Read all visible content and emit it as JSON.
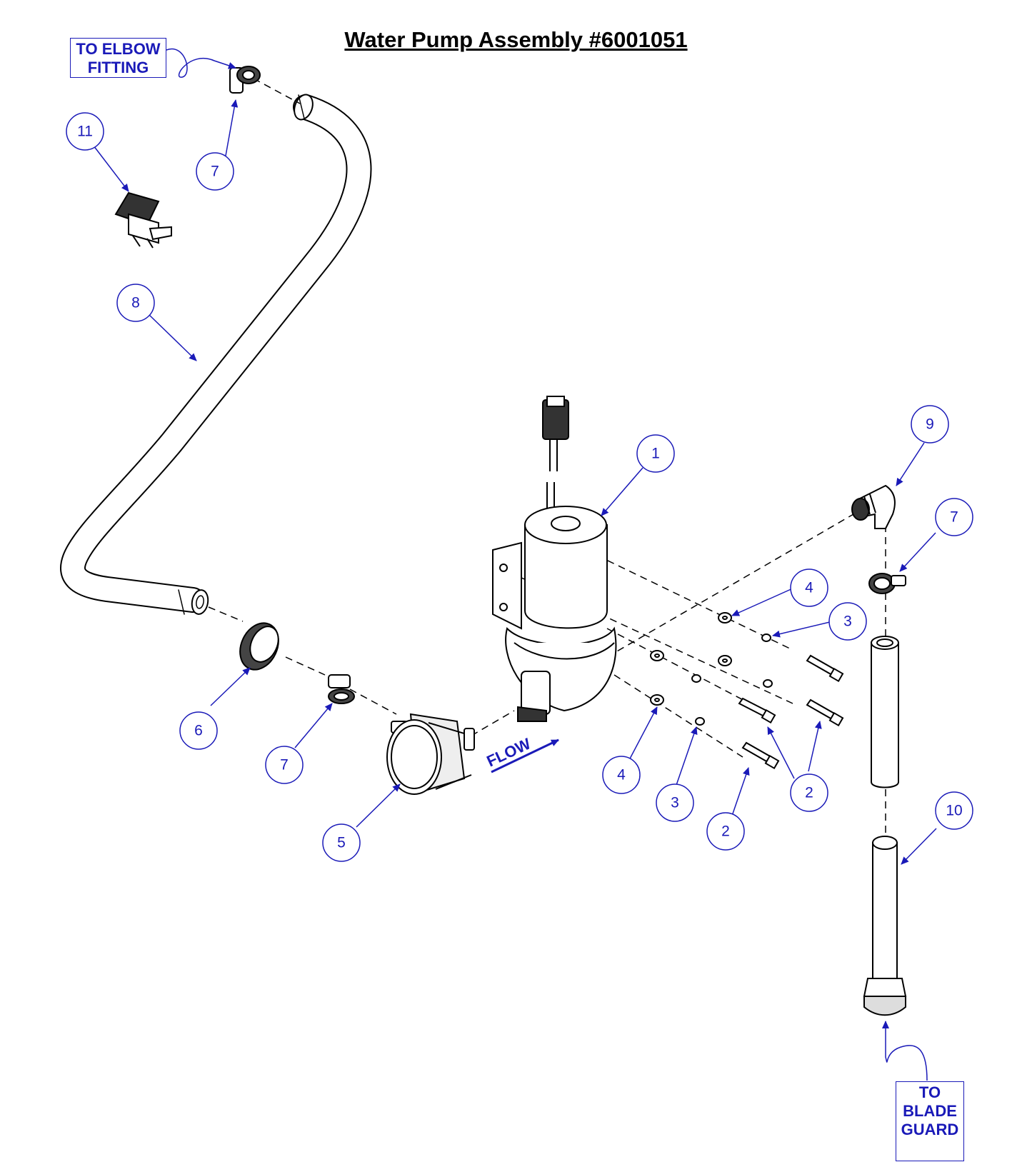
{
  "title": "Water Pump Assembly #6001051",
  "notes": {
    "elbow": [
      "TO ELBOW",
      "FITTING"
    ],
    "blade": [
      "TO",
      "BLADE",
      "GUARD"
    ]
  },
  "flow_label": "FLOW",
  "callouts": [
    {
      "id": "c1",
      "label": "1"
    },
    {
      "id": "c2a",
      "label": "2"
    },
    {
      "id": "c2b",
      "label": "2"
    },
    {
      "id": "c3a",
      "label": "3"
    },
    {
      "id": "c3b",
      "label": "3"
    },
    {
      "id": "c4a",
      "label": "4"
    },
    {
      "id": "c4b",
      "label": "4"
    },
    {
      "id": "c5",
      "label": "5"
    },
    {
      "id": "c6",
      "label": "6"
    },
    {
      "id": "c7a",
      "label": "7"
    },
    {
      "id": "c7b",
      "label": "7"
    },
    {
      "id": "c7c",
      "label": "7"
    },
    {
      "id": "c8",
      "label": "8"
    },
    {
      "id": "c9",
      "label": "9"
    },
    {
      "id": "c10",
      "label": "10"
    },
    {
      "id": "c11",
      "label": "11"
    }
  ],
  "colors": {
    "callout": "#1a1ab8",
    "line": "#000000"
  }
}
